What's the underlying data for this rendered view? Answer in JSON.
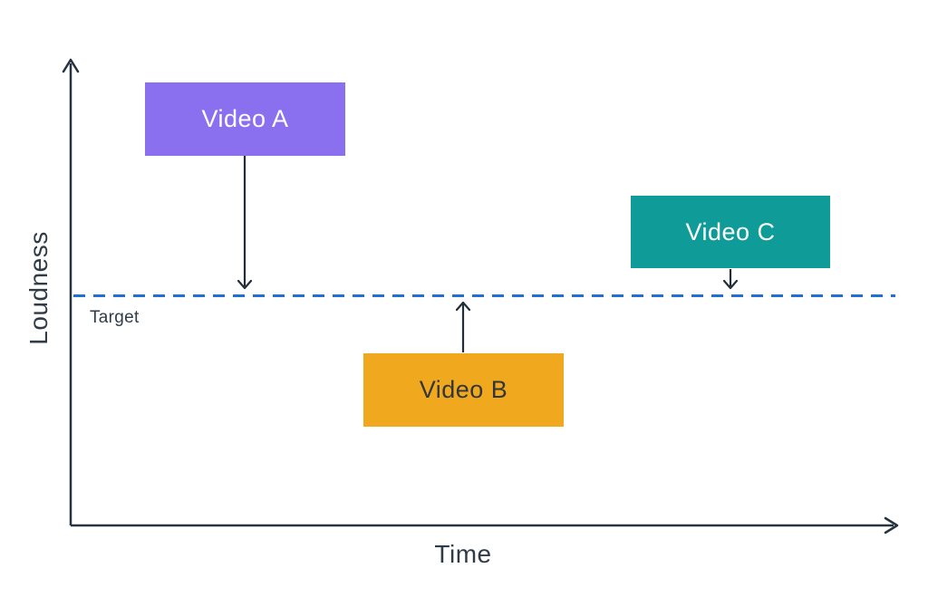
{
  "axes": {
    "y_label": "Loudness",
    "x_label": "Time",
    "line_color": "#273440"
  },
  "target_line": {
    "label": "Target",
    "color": "#1F6FD6",
    "style": "dashed",
    "label_color": "#2F3B46"
  },
  "connector_arrow_color": "#222D38",
  "background_color": "#FFFFFF",
  "boxes": [
    {
      "label": "Video A",
      "fill": "#8A70EE",
      "text_color": "#FFFFFF",
      "position": "above-target",
      "arrow": "down-to-target"
    },
    {
      "label": "Video B",
      "fill": "#F0A81E",
      "text_color": "#33373B",
      "position": "below-target",
      "arrow": "up-to-target"
    },
    {
      "label": "Video C",
      "fill": "#0F9B98",
      "text_color": "#FFFFFF",
      "position": "above-target",
      "arrow": "down-to-target"
    }
  ]
}
